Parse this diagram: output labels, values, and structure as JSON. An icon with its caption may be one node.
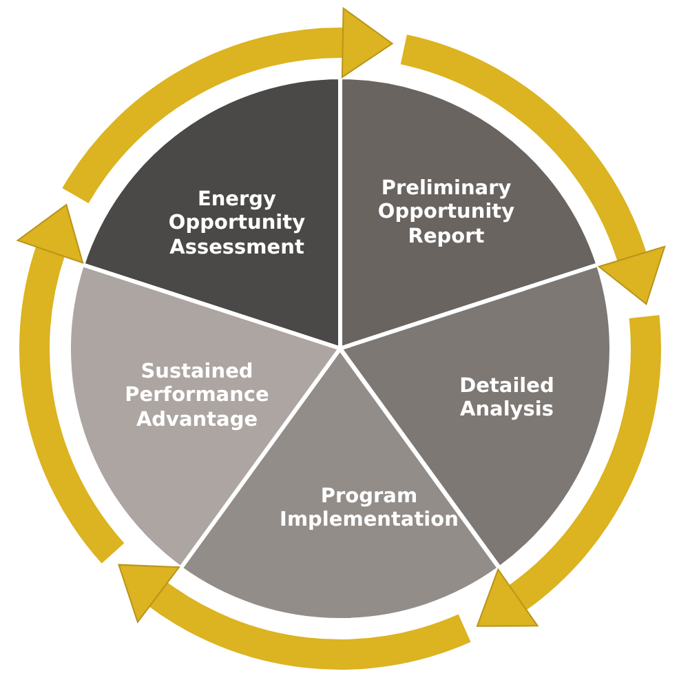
{
  "diagram": {
    "nodes": [
      {
        "text": [
          "Energy Opportunity Assessment"
        ]
      },
      {
        "text": [
          "Preliminary Opportunity Report"
        ]
      },
      {
        "text": [
          "Detailed Analysis"
        ]
      },
      {
        "text": [
          "Program Implementation"
        ]
      },
      {
        "text": [
          "Sustained Performance Advantage"
        ]
      }
    ]
  }
}
